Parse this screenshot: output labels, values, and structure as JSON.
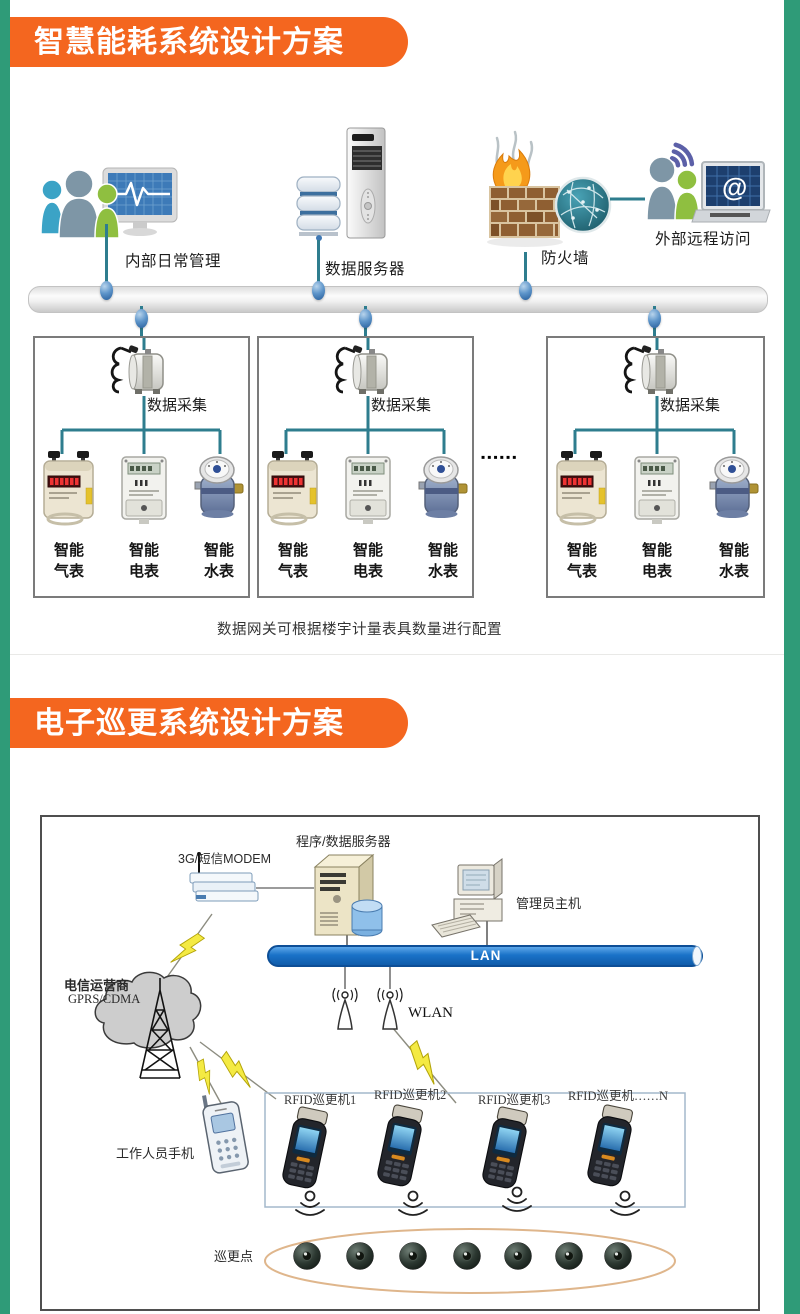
{
  "colors": {
    "frame_green": "#2f9b78",
    "banner_orange": "#f4661f",
    "bus_teal": "#2e7d8e",
    "lan_blue": "#1a72c8"
  },
  "energy": {
    "title": "智慧能耗系统设计方案",
    "nodes": {
      "internal": "内部日常管理",
      "server": "数据服务器",
      "firewall": "防火墙",
      "external": "外部远程访问"
    },
    "groups": [
      {
        "collector": "数据采集",
        "meters": [
          {
            "l1": "智能",
            "l2": "气表"
          },
          {
            "l1": "智能",
            "l2": "电表"
          },
          {
            "l1": "智能",
            "l2": "水表"
          }
        ]
      },
      {
        "collector": "数据采集",
        "meters": [
          {
            "l1": "智能",
            "l2": "气表"
          },
          {
            "l1": "智能",
            "l2": "电表"
          },
          {
            "l1": "智能",
            "l2": "水表"
          }
        ]
      },
      {
        "collector": "数据采集",
        "meters": [
          {
            "l1": "智能",
            "l2": "气表"
          },
          {
            "l1": "智能",
            "l2": "电表"
          },
          {
            "l1": "智能",
            "l2": "水表"
          }
        ]
      }
    ],
    "ellipsis": "▪▪▪▪▪▪",
    "caption": "数据网关可根据楼宇计量表具数量进行配置"
  },
  "patrol": {
    "title": "电子巡更系统设计方案",
    "labels": {
      "modem": "3G/短信MODEM",
      "app_server": "程序/数据服务器",
      "admin_host": "管理员主机",
      "lan": "LAN",
      "telecom_line1": "电信运营商",
      "telecom_line2": "GPRS/CDMA",
      "wlan": "WLAN",
      "staff_phone": "工作人员手机",
      "patrol_point": "巡更点"
    },
    "rfid_units": [
      "RFID巡更机1",
      "RFID巡更机2",
      "RFID巡更机3",
      "RFID巡更机……N"
    ]
  }
}
